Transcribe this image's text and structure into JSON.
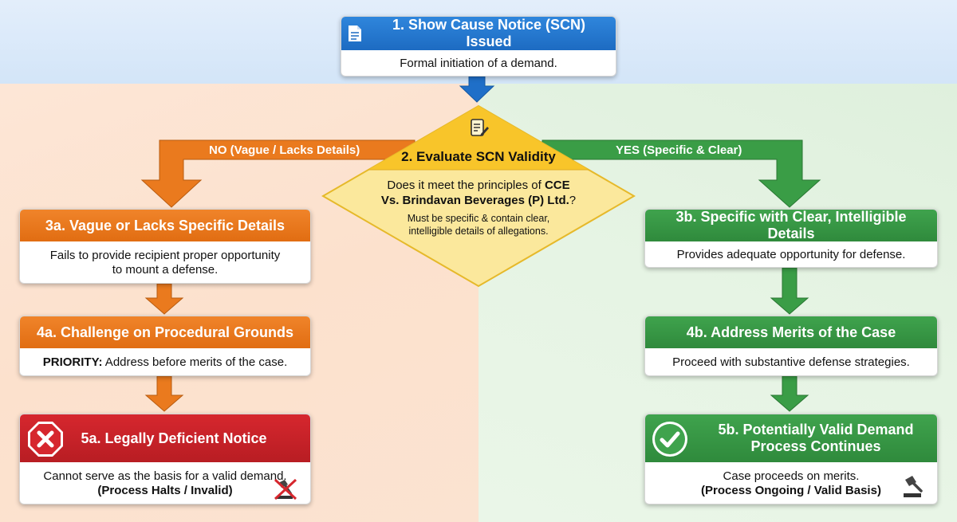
{
  "colors": {
    "blue": "#1d6bc2",
    "orange": "#e8751a",
    "red": "#c42127",
    "green": "#34953f",
    "diamond_fill": "#fbe79a",
    "diamond_header": "#f9c628"
  },
  "step1": {
    "title": "1. Show Cause Notice (SCN) Issued",
    "body": "Formal initiation of a demand.",
    "icon": "document-icon"
  },
  "step2": {
    "title": "2. Evaluate SCN Validity",
    "question_pre": "Does it meet the principles of ",
    "question_bold_1": "CCE",
    "question_bold_2": "Vs. Brindavan Beverages (P) Ltd.",
    "question_post": "?",
    "note_line1": "Must be specific & contain clear,",
    "note_line2": "intelligible details of allegations.",
    "icon": "checklist-pen-icon"
  },
  "branches": {
    "no_label": "NO (Vague / Lacks Details)",
    "yes_label": "YES (Specific & Clear)"
  },
  "step3a": {
    "title": "3a. Vague or Lacks Specific Details",
    "body_line1": "Fails to provide recipient proper opportunity",
    "body_line2": "to mount a defense."
  },
  "step3b": {
    "title": "3b. Specific with Clear, Intelligible Details",
    "body": "Provides adequate opportunity for defense."
  },
  "step4a": {
    "title": "4a. Challenge on Procedural Grounds",
    "body_bold": "PRIORITY:",
    "body_rest": " Address before merits of the case."
  },
  "step4b": {
    "title": "4b. Address Merits of the Case",
    "body": "Proceed with substantive defense strategies."
  },
  "step5a": {
    "title": "5a. Legally Deficient Notice",
    "body_line1": "Cannot serve as the basis for a valid demand.",
    "body_line2": "(Process Halts / Invalid)",
    "icon": "stop-x-icon",
    "corner_icon": "crossed-gavel-icon"
  },
  "step5b": {
    "title_line1": "5b. Potentially Valid Demand",
    "title_line2": "Process Continues",
    "body_line1": "Case proceeds on merits.",
    "body_line2": "(Process Ongoing / Valid Basis)",
    "icon": "check-circle-icon",
    "corner_icon": "gavel-icon"
  }
}
